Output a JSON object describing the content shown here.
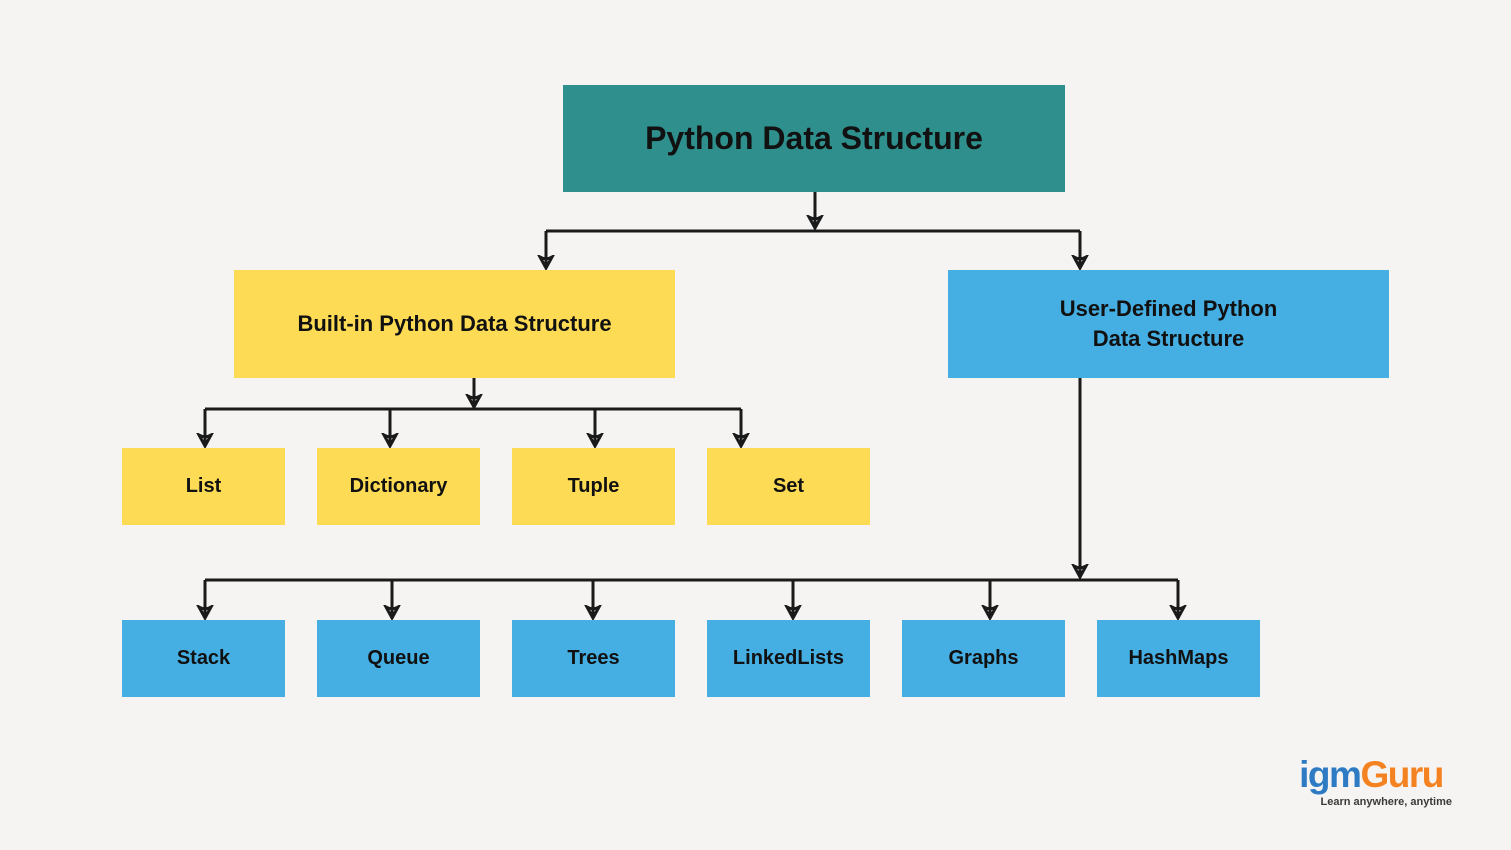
{
  "background_color": "#f5f4f2",
  "line_color": "#1a1a1a",
  "diagram": {
    "root": {
      "label": "Python Data Structure",
      "color": "#2f8f8c"
    },
    "branches": {
      "builtin": {
        "label": "Built-in Python Data Structure",
        "color": "#fddb55",
        "children": [
          "List",
          "Dictionary",
          "Tuple",
          "Set"
        ]
      },
      "userdefined": {
        "label": "User-Defined Python\nData Structure",
        "color": "#45aee2",
        "children": [
          "Stack",
          "Queue",
          "Trees",
          "LinkedLists",
          "Graphs",
          "HashMaps"
        ]
      }
    }
  },
  "logo": {
    "name_blue": "igm",
    "name_orange": "Guru",
    "tagline": "Learn anywhere, anytime",
    "blue_color": "#2e7bc4",
    "orange_color": "#f58220"
  }
}
